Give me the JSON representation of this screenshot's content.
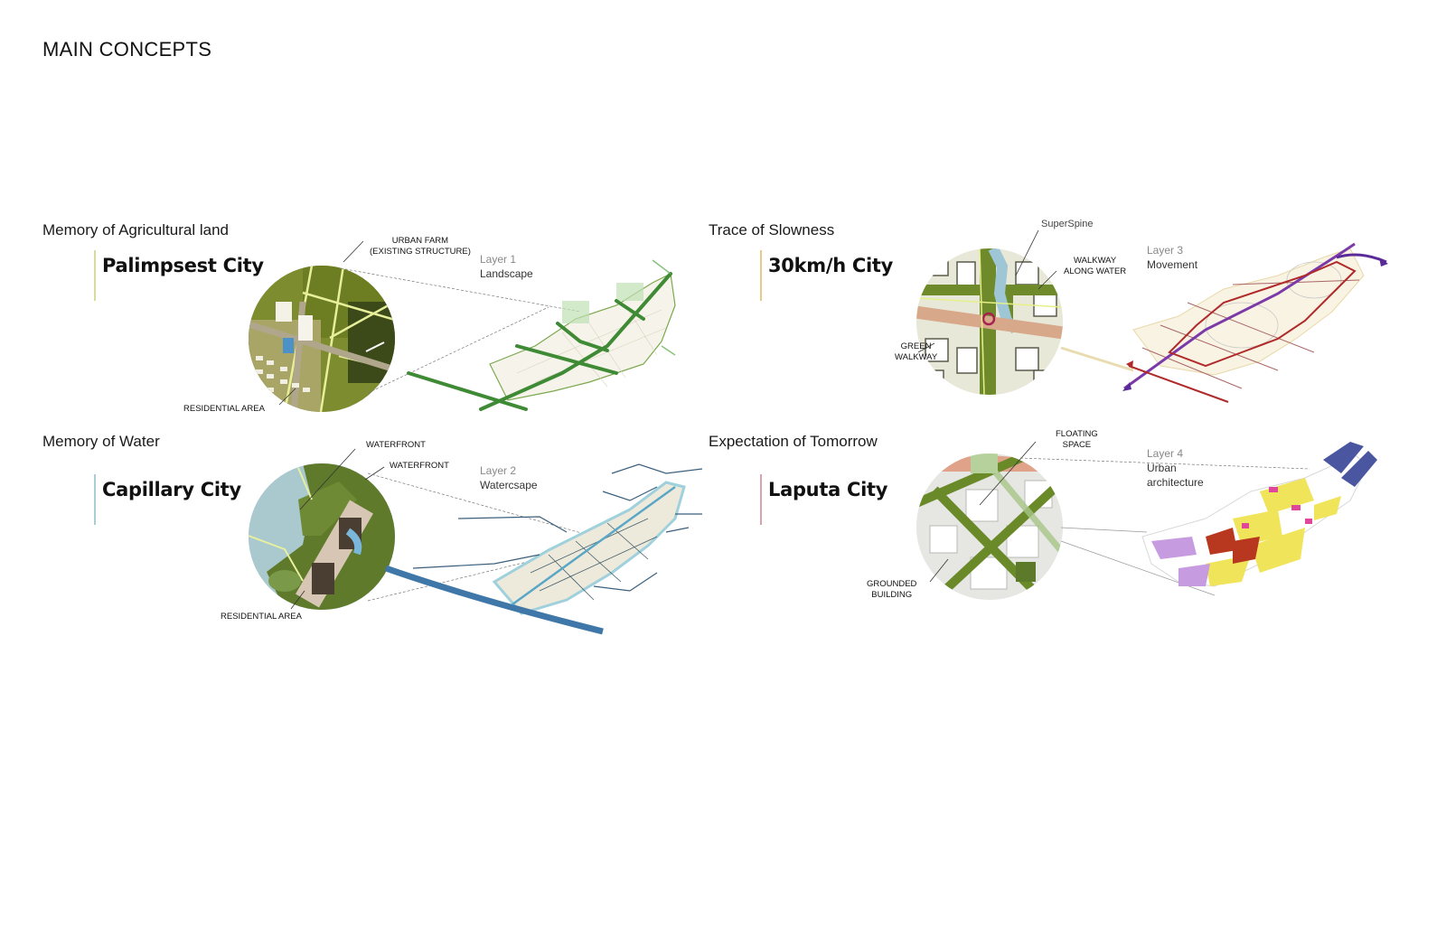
{
  "page": {
    "title": "MAIN CONCEPTS"
  },
  "panels": [
    {
      "id": "agricultural",
      "memory_label": "Memory of Agricultural land",
      "city_name": "Palimpsest City",
      "accent_color": "#d9dca0",
      "layer": {
        "number": "Layer 1",
        "name": "Landscape"
      },
      "callouts": [
        {
          "text_line1": "URBAN FARM",
          "text_line2": "(EXISTING STRUCTURE)"
        },
        {
          "text_line1": "RESIDENTIAL AREA",
          "text_line2": ""
        }
      ],
      "map_color": "#3f8a35"
    },
    {
      "id": "slowness",
      "memory_label": "Trace of Slowness",
      "city_name": "30km/h City",
      "accent_color": "#e8c98a",
      "layer": {
        "number": "Layer 3",
        "name": "Movement"
      },
      "callouts": [
        {
          "text_line1": "SuperSpine",
          "text_line2": ""
        },
        {
          "text_line1": "WALKWAY",
          "text_line2": "ALONG WATER"
        },
        {
          "text_line1": "GREEN",
          "text_line2": "WALKWAY"
        }
      ],
      "map_color": "#b02a2a",
      "spine_color": "#6a2a9a"
    },
    {
      "id": "water",
      "memory_label": "Memory of Water",
      "city_name": "Capillary City",
      "accent_color": "#a9cfd6",
      "layer": {
        "number": "Layer 2",
        "name": "Watercsape"
      },
      "callouts": [
        {
          "text_line1": "WATERFRONT",
          "text_line2": ""
        },
        {
          "text_line1": "WATERFRONT",
          "text_line2": ""
        },
        {
          "text_line1": "RESIDENTIAL AREA",
          "text_line2": ""
        }
      ],
      "map_color": "#3f78a8"
    },
    {
      "id": "tomorrow",
      "memory_label": "Expectation of Tomorrow",
      "city_name": "Laputa City",
      "accent_color": "#d9a3ae",
      "layer": {
        "number": "Layer 4",
        "name": "Urban architecture"
      },
      "callouts": [
        {
          "text_line1": "FLOATING",
          "text_line2": "SPACE"
        },
        {
          "text_line1": "GROUNDED",
          "text_line2": "BUILDING"
        }
      ],
      "map_colors": {
        "yellow": "#f0e45a",
        "red": "#b8381f",
        "pink": "#e0479a",
        "lilac": "#c79be0",
        "blue": "#4a57a0"
      }
    }
  ]
}
